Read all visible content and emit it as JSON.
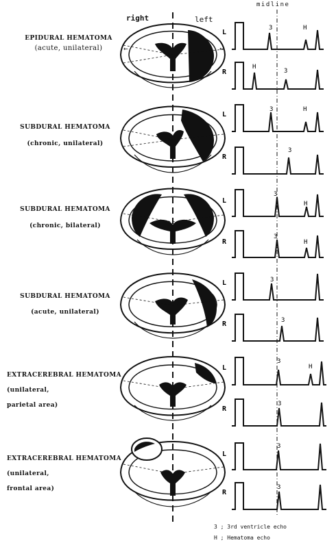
{
  "header": {
    "right": "right",
    "left": "left",
    "midline": "midline"
  },
  "panels": [
    {
      "title": "EPIDURAL HEMATOMA",
      "subtitle": "(acute, unilateral)",
      "L": "L",
      "R": "R"
    },
    {
      "title": "SUBDURAL HEMATOMA",
      "subtitle": "(chronic, unilateral)",
      "L": "L",
      "R": "R"
    },
    {
      "title": "SUBDURAL HEMATOMA",
      "subtitle": "(chronic, bilateral)",
      "L": "L",
      "R": "R"
    },
    {
      "title": "SUBDURAL HEMATOMA",
      "subtitle": "(acute, unilateral)",
      "L": "L",
      "R": "R"
    },
    {
      "title": "EXTRACEREBRAL HEMATOMA",
      "subtitle1": "(unilateral,",
      "subtitle2": "parietal area)",
      "L": "L",
      "R": "R"
    },
    {
      "title": "EXTRACEREBRAL HEMATOMA",
      "subtitle1": "(unilateral,",
      "subtitle2": "frontal area)",
      "L": "L",
      "R": "R"
    }
  ],
  "echo_marks": {
    "third": "3",
    "hematoma": "H"
  },
  "legend": {
    "line1": "3 ; 3rd ventricle echo",
    "line2": "H ; Hematoma echo"
  }
}
